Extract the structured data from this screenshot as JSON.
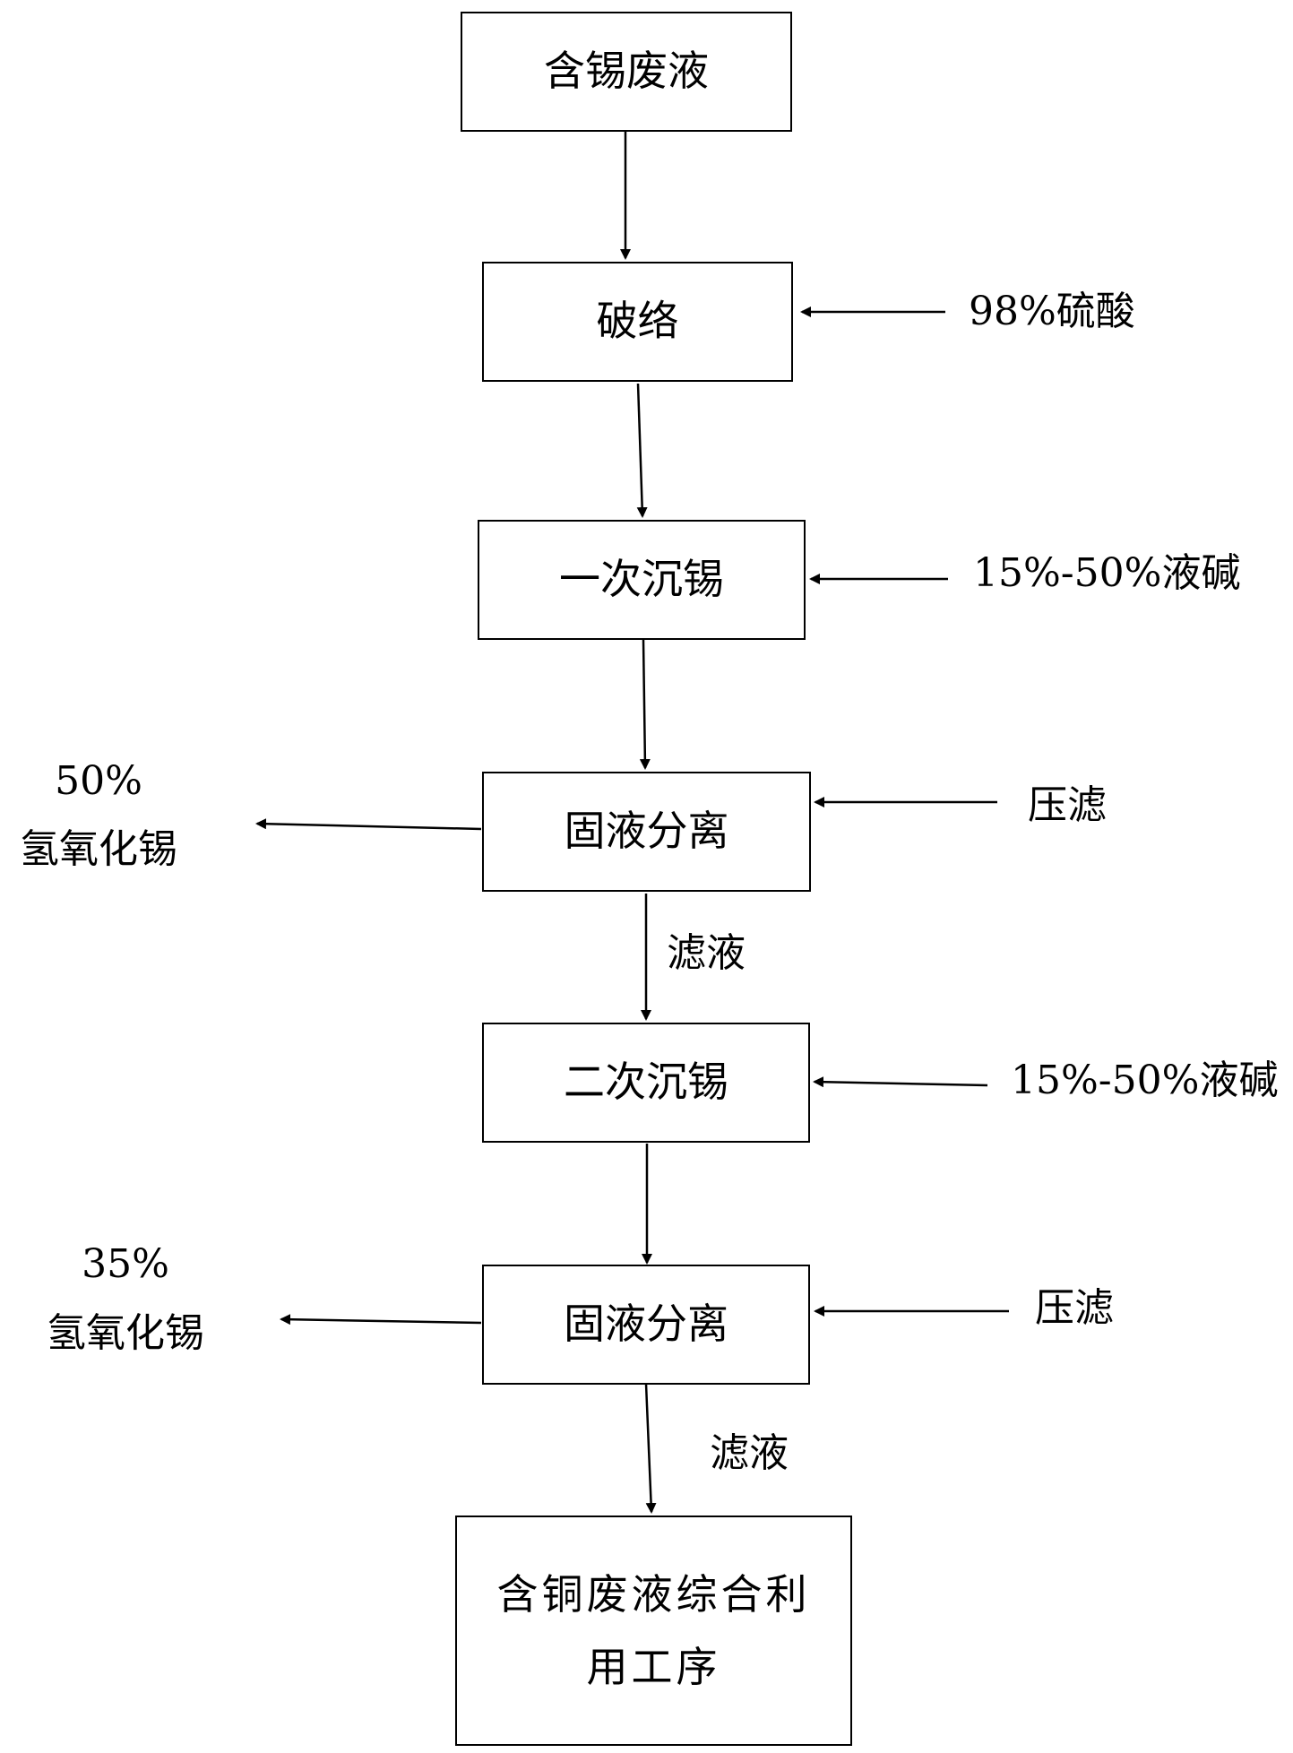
{
  "nodes": {
    "tin_waste_liquid": "含锡废液",
    "break_complex": "破络",
    "first_tin_precipitation": "一次沉锡",
    "first_solid_liquid_separation": "固液分离",
    "second_tin_precipitation": "二次沉锡",
    "second_solid_liquid_separation": "固液分离",
    "copper_waste_utilization_line1": "含铜废液综合利",
    "copper_waste_utilization_line2": "用工序"
  },
  "inputs": {
    "sulfuric_acid": "98%硫酸",
    "caustic_soda_1": "15%-50%液碱",
    "press_filter_1": "压滤",
    "caustic_soda_2": "15%-50%液碱",
    "press_filter_2": "压滤"
  },
  "outputs": {
    "product_1_percent": "50%",
    "product_1_name": "氢氧化锡",
    "product_2_percent": "35%",
    "product_2_name": "氢氧化锡"
  },
  "edge_labels": {
    "filtrate_1": "滤液",
    "filtrate_2": "滤液"
  }
}
